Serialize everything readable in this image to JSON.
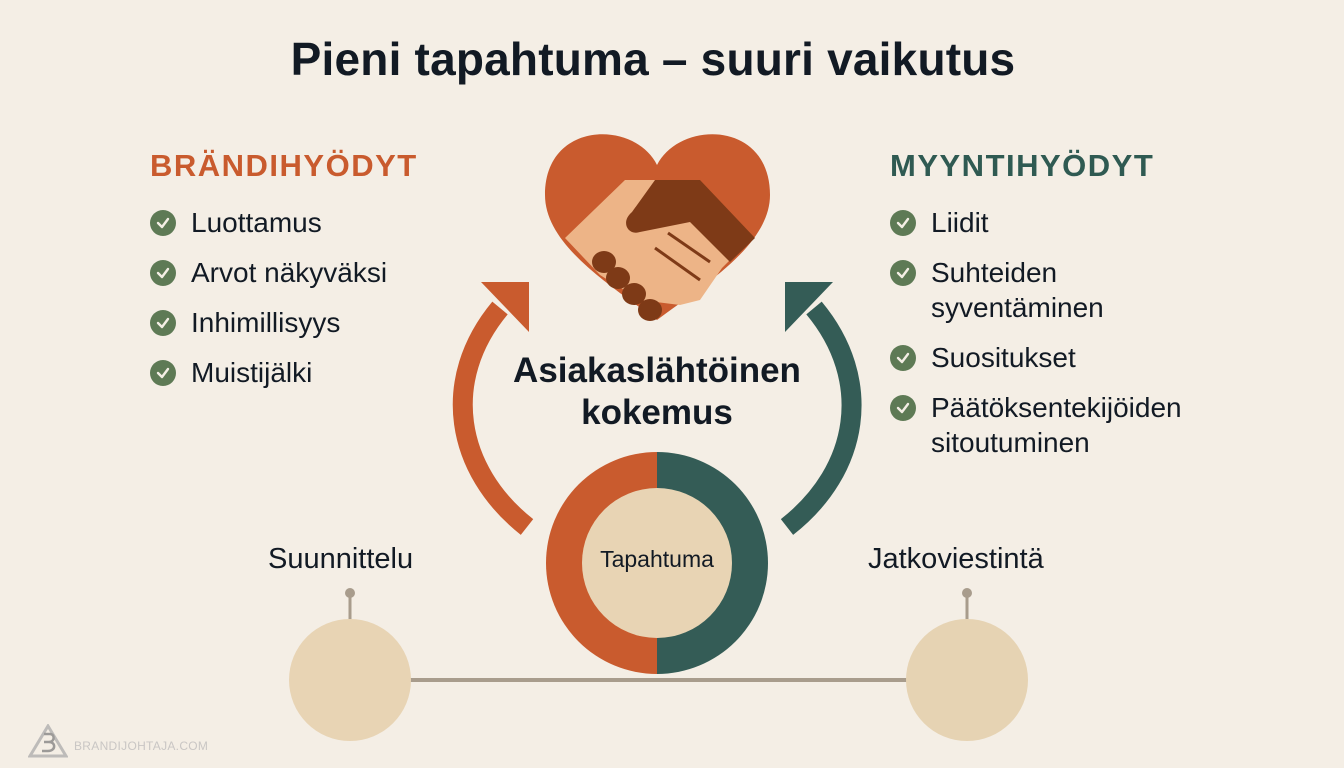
{
  "title": "Pieni tapahtuma – suuri vaikutus",
  "colors": {
    "background": "#F4EEE5",
    "brand_orange": "#C95B2E",
    "sales_teal": "#2F5A52",
    "check_green": "#5E7A55",
    "beige_circle": "#E8D4B4",
    "timeline_line": "#A89C8C",
    "text_dark": "#121A24"
  },
  "brand_benefits": {
    "heading": "BRÄNDIHYÖDYT",
    "items": [
      {
        "label": "Luottamus",
        "icon": "check-circle-icon"
      },
      {
        "label": "Arvot näkyväksi",
        "icon": "check-circle-icon"
      },
      {
        "label": "Inhimillisyys",
        "icon": "check-circle-icon"
      },
      {
        "label": "Muistijälki",
        "icon": "check-circle-icon"
      }
    ]
  },
  "sales_benefits": {
    "heading": "MYYNTIHYÖDYT",
    "items": [
      {
        "label": "Liidit",
        "icon": "check-circle-icon"
      },
      {
        "label": "Suhteiden syventäminen",
        "icon": "check-circle-icon"
      },
      {
        "label": "Suositukset",
        "icon": "check-circle-icon"
      },
      {
        "label": "Päätöksentekijöiden sitoutuminen",
        "icon": "check-circle-icon"
      }
    ]
  },
  "center": {
    "icon": "heart-handshake-icon",
    "label_line1": "Asiakaslähtöinen",
    "label_line2": "kokemus",
    "event_label": "Tapahtuma",
    "left_arrow_icon": "curved-arrow-up-icon",
    "right_arrow_icon": "curved-arrow-up-icon"
  },
  "timeline": {
    "phases": [
      {
        "label": "Suunnittelu"
      },
      {
        "label": "Jatkoviestintä"
      }
    ]
  },
  "watermark": {
    "icon": "brandijohtaja-logo-icon",
    "text": "BRANDIJOHTAJA.COM"
  }
}
